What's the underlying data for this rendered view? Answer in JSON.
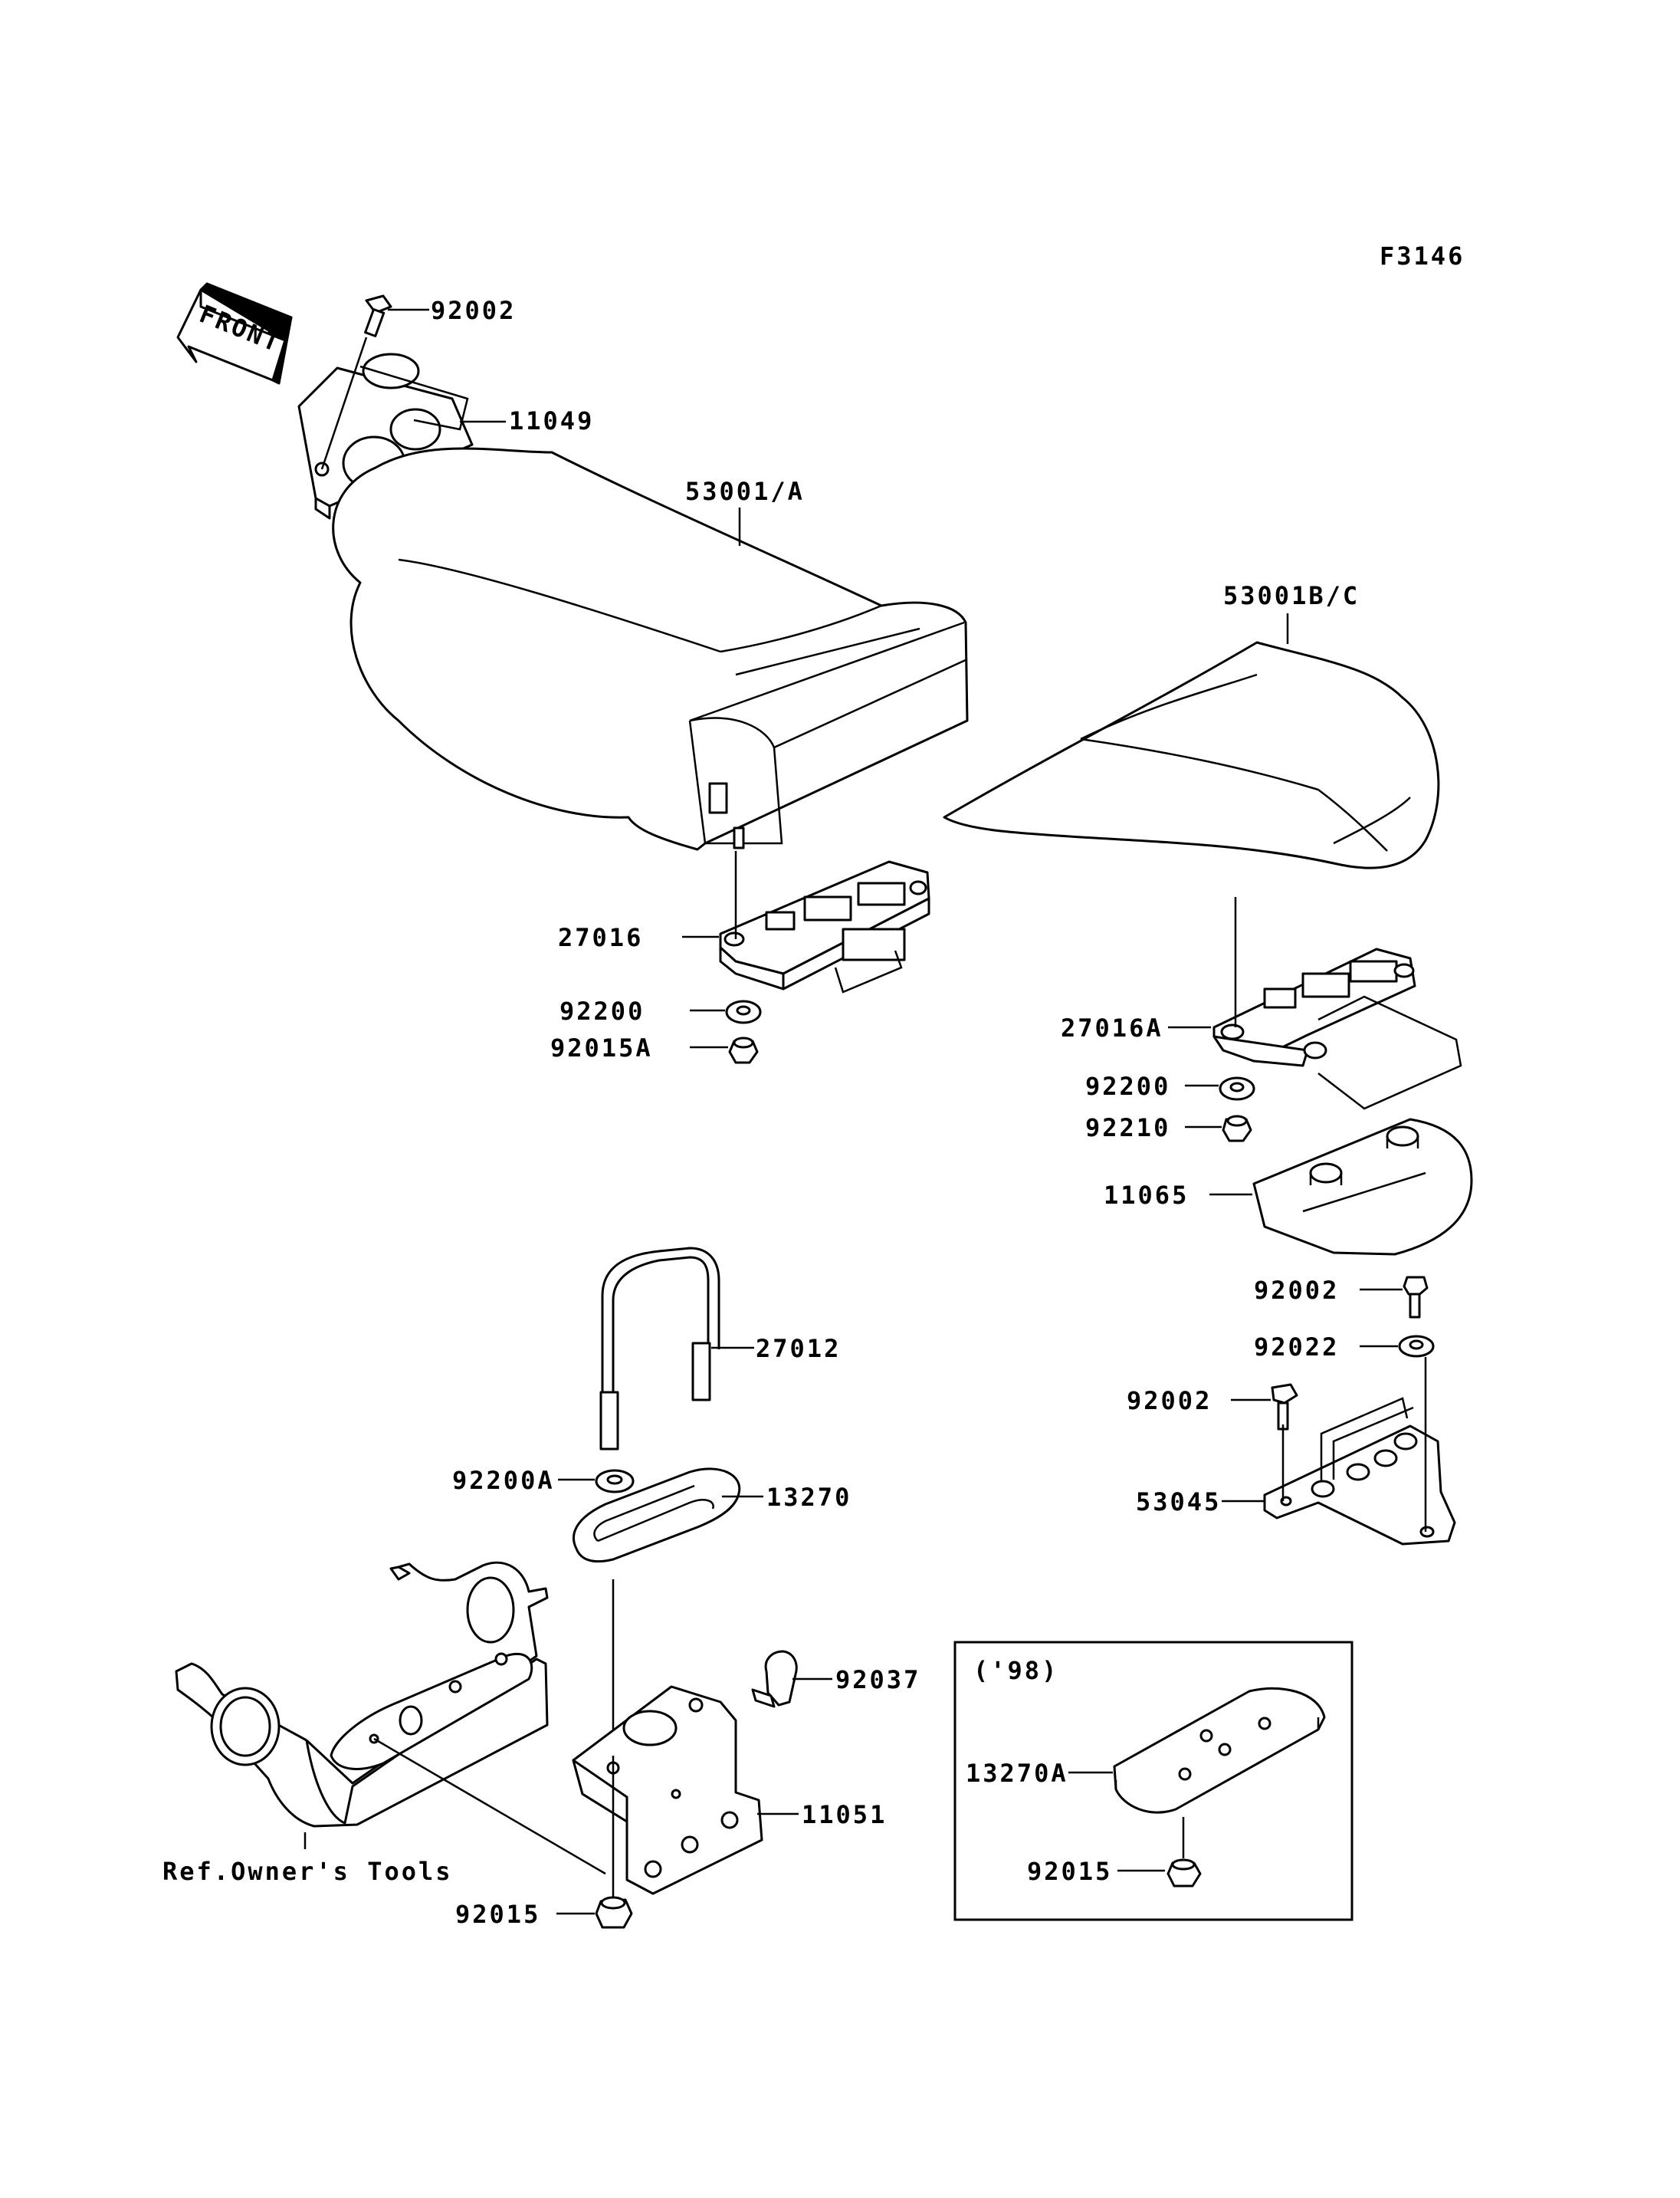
{
  "figure_code": "F3146",
  "front_label": "FRONT",
  "inset_label": "('98)",
  "reference_note": "Ref.Owner's Tools",
  "callouts": {
    "p92002_top": "92002",
    "p11049": "11049",
    "p53001A": "53001/A",
    "p53001BC": "53001B/C",
    "p27016": "27016",
    "p92200_left": "92200",
    "p92015A": "92015A",
    "p27016A": "27016A",
    "p92200_right": "92200",
    "p92210": "92210",
    "p11065": "11065",
    "p92002_mid": "92002",
    "p92022": "92022",
    "p92002_low": "92002",
    "p53045": "53045",
    "p27012": "27012",
    "p92200A": "92200A",
    "p13270": "13270",
    "p92037": "92037",
    "p11051": "11051",
    "p92015_left": "92015",
    "p13270A": "13270A",
    "p92015_inset": "92015"
  }
}
